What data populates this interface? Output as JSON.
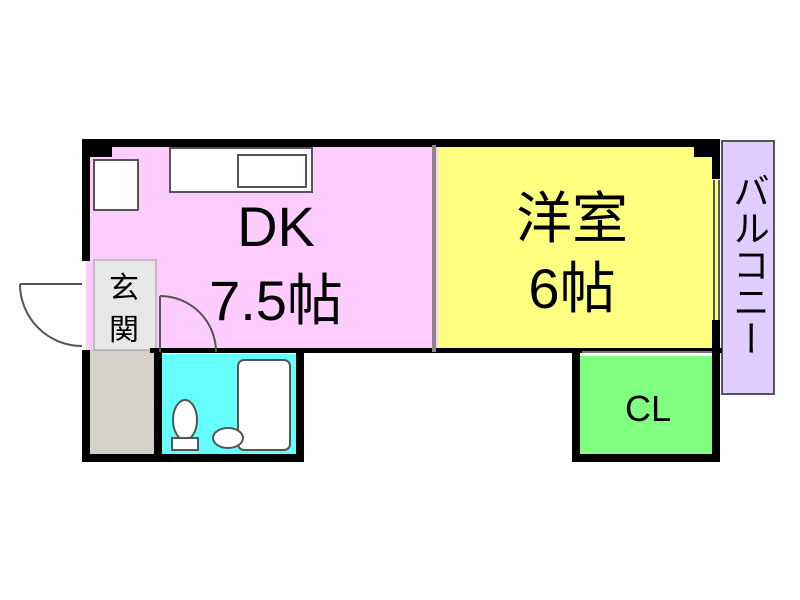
{
  "rooms": {
    "dk": {
      "name": "DK",
      "size": "7.5帖",
      "color": "#FFCCFF"
    },
    "yoshitsu": {
      "name": "洋室",
      "size": "6帖",
      "color": "#FFFF80"
    },
    "genkan": {
      "name_line1": "玄",
      "name_line2": "関",
      "color": "#D4D2C8"
    },
    "bath": {
      "color": "#66FFFF"
    },
    "closet": {
      "name": "CL",
      "color": "#80FF80"
    },
    "balcony": {
      "name": "バルコニー",
      "color": "#E0CCFF"
    }
  },
  "colors": {
    "wall": "#000000",
    "fixture_outline": "#555555"
  }
}
